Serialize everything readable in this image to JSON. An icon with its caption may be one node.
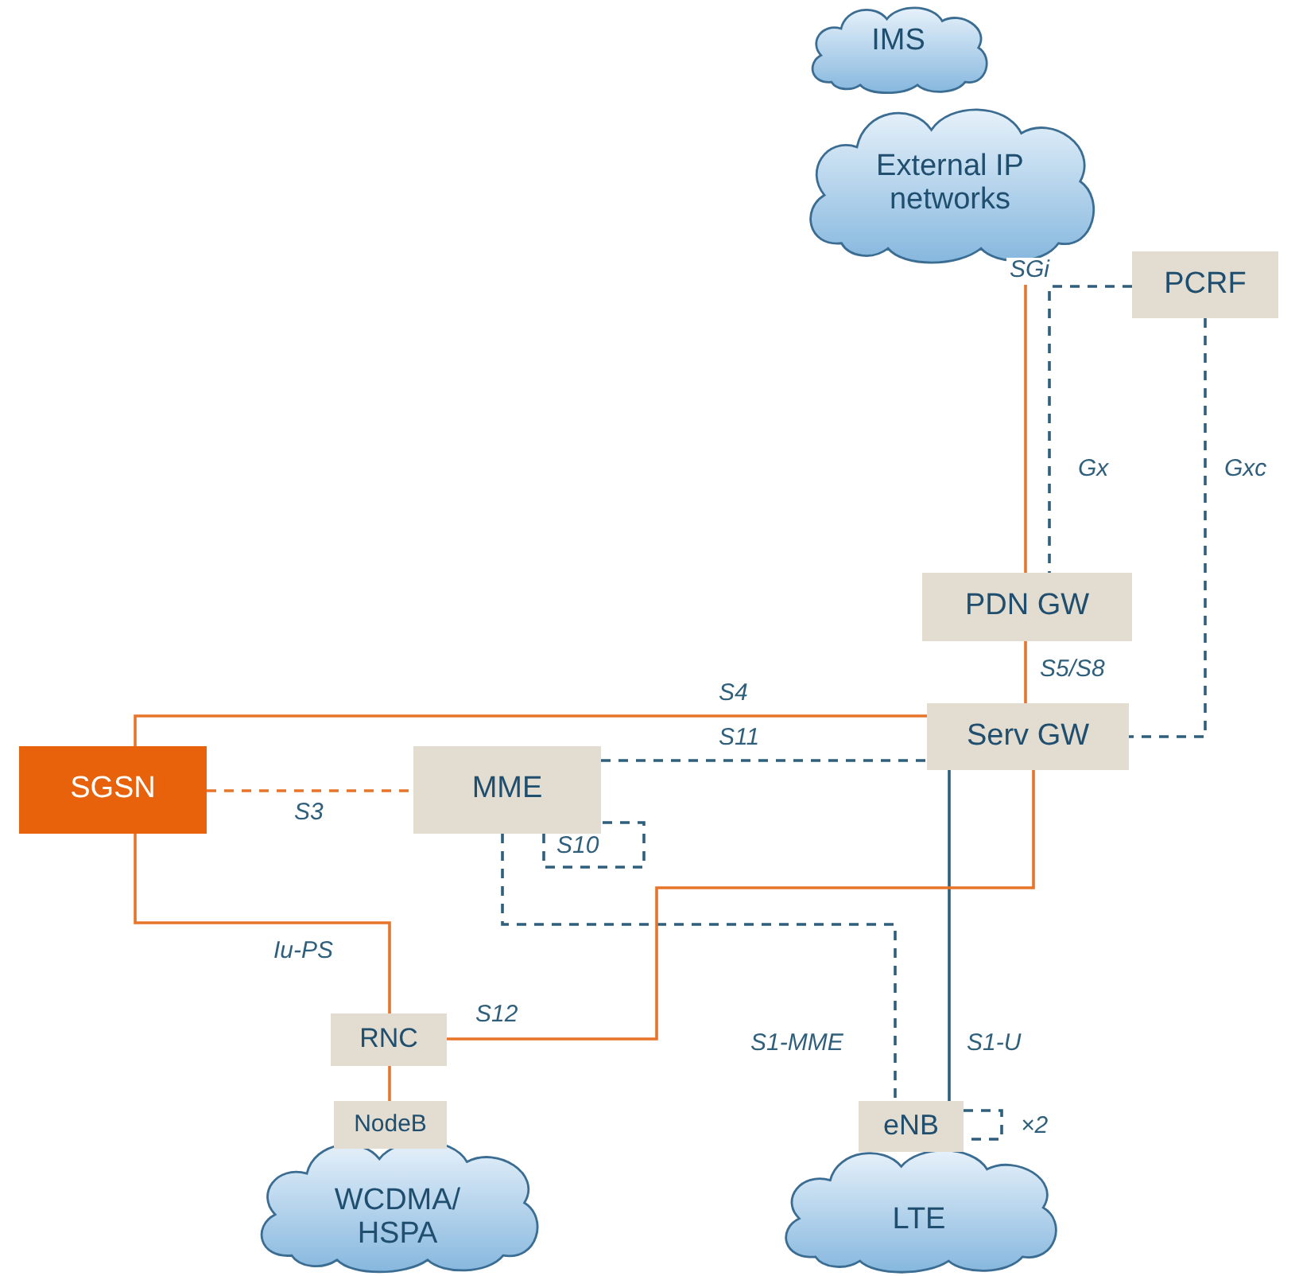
{
  "diagram": {
    "nodes": [
      {
        "text": [
          "IMS"
        ]
      },
      {
        "text": [
          "External IP networks"
        ]
      },
      {
        "text": [
          "PCRF"
        ]
      },
      {
        "text": [
          "PDN GW"
        ]
      },
      {
        "text": [
          "Serv GW"
        ]
      },
      {
        "text": [
          "SGSN"
        ]
      },
      {
        "text": [
          "MME"
        ]
      },
      {
        "text": [
          "RNC"
        ]
      },
      {
        "text": [
          "NodeB"
        ]
      },
      {
        "text": [
          "WCDMA/ HSPA"
        ]
      },
      {
        "text": [
          "eNB"
        ]
      },
      {
        "text": [
          "LTE"
        ]
      }
    ],
    "edges": [
      {
        "from": 1,
        "to": 3,
        "arrow": "none",
        "label": "SGi"
      },
      {
        "from": 2,
        "to": 3,
        "arrow": "none",
        "label": "Gx",
        "style": "dashed",
        "color": "#2f5f7b"
      },
      {
        "from": 2,
        "to": 4,
        "arrow": "none",
        "label": "Gxc",
        "style": "dashed",
        "color": "#2f5f7b"
      },
      {
        "from": 3,
        "to": 4,
        "arrow": "none",
        "label": "S5/S8"
      },
      {
        "from": 5,
        "to": 4,
        "arrow": "none",
        "label": "S4"
      },
      {
        "from": 6,
        "to": 4,
        "arrow": "none",
        "label": "S11",
        "style": "dashed",
        "color": "#2f5f7b"
      },
      {
        "from": 5,
        "to": 6,
        "arrow": "none",
        "label": "S3",
        "style": "dashed"
      },
      {
        "from": 6,
        "to": 6,
        "arrow": "none",
        "label": "S10",
        "style": "dashed",
        "color": "#2f5f7b"
      },
      {
        "from": 6,
        "to": 10,
        "arrow": "none",
        "label": "S1-MME",
        "style": "dashed",
        "color": "#2f5f7b"
      },
      {
        "from": 4,
        "to": 10,
        "arrow": "none",
        "label": "S1-U",
        "color": "#2f5f7b"
      },
      {
        "from": 4,
        "to": 7,
        "arrow": "none",
        "label": "S12"
      },
      {
        "from": 5,
        "to": 7,
        "arrow": "none",
        "label": "Iu-PS"
      },
      {
        "from": 7,
        "to": 8,
        "arrow": "none"
      },
      {
        "from": 10,
        "to": 10,
        "arrow": "none",
        "label": "×2",
        "style": "dashed",
        "color": "#2f5f7b"
      }
    ]
  }
}
